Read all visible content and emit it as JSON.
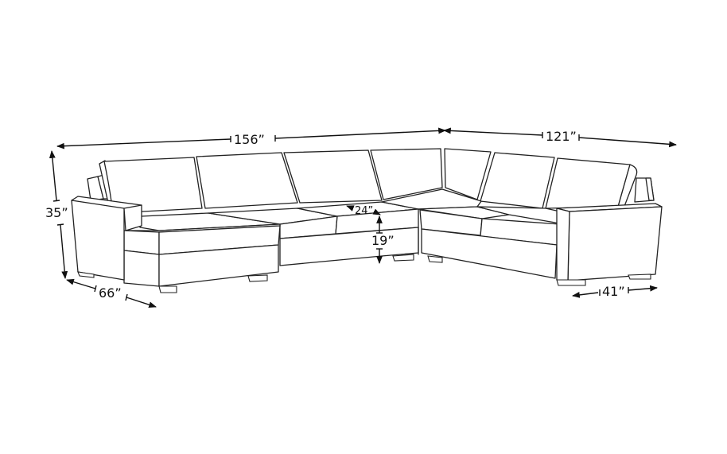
{
  "diagram": {
    "subject": "U-shaped sectional sofa with chaise",
    "style": "black line art on white",
    "line_color": "#222222",
    "background": "#ffffff"
  },
  "dimensions": {
    "left_width": "156”",
    "right_width": "121”",
    "height": "35”",
    "chaise_depth": "66”",
    "seat_depth": "24”",
    "seat_height": "19”",
    "right_depth": "41”"
  }
}
